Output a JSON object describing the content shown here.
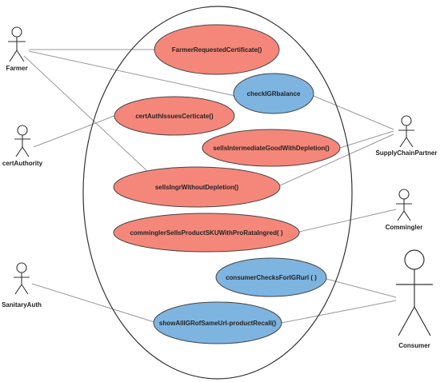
{
  "colors": {
    "salmon": "#f5877a",
    "blue": "#7eb4e0",
    "stroke": "#333333",
    "line": "#999999"
  },
  "actors": [
    {
      "id": "farmer",
      "label": "Farmer"
    },
    {
      "id": "certAuthority",
      "label": "certAuthority"
    },
    {
      "id": "sanitaryAuth",
      "label": "SanitaryAuth"
    },
    {
      "id": "supplyChainPartner",
      "label": "SupplyChainPartner"
    },
    {
      "id": "commingler",
      "label": "Commingler"
    },
    {
      "id": "consumer",
      "label": "Consumer"
    }
  ],
  "use_cases": [
    {
      "id": "farmerRequestedCertificate",
      "label": "FarmerRequestedCertificate()",
      "color": "salmon"
    },
    {
      "id": "checkIGRbalance",
      "label": "checkIGRbalance",
      "color": "blue"
    },
    {
      "id": "certAuthIssuesCerticate",
      "label": "certAuthIssuesCerticate()",
      "color": "salmon"
    },
    {
      "id": "sellsIntermediateGoodWithDepletion",
      "label": "sellsIntermediateGoodWithDepletion()",
      "color": "salmon"
    },
    {
      "id": "sellsIngrWithoutDepletion",
      "label": "sellsIngrWithoutDepletion()",
      "color": "salmon"
    },
    {
      "id": "comminglerSellsProductSKUWithProRataIngred",
      "label": "comminglerSellsProductSKUWithProRataIngred( )",
      "color": "salmon"
    },
    {
      "id": "consumerChecksForIGRurl",
      "label": "consumerChecksForIGRurl ( )",
      "color": "blue"
    },
    {
      "id": "showAllIGRofSameUrlProductRecall",
      "label": "showAllIGRofSameUrl-productRecall()",
      "color": "blue"
    }
  ]
}
